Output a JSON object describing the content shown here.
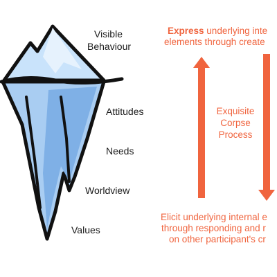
{
  "iceberg": {
    "levels": [
      {
        "id": "behaviour",
        "lines": [
          "Visible",
          "Behaviour"
        ]
      },
      {
        "id": "attitudes",
        "lines": [
          "Attitudes"
        ]
      },
      {
        "id": "needs",
        "lines": [
          "Needs"
        ]
      },
      {
        "id": "worldview",
        "lines": [
          "Worldview"
        ]
      },
      {
        "id": "values",
        "lines": [
          "Values"
        ]
      }
    ]
  },
  "process": {
    "top_keyword": "Express",
    "top_rest": " underlying inte",
    "top_line2": "elements through create",
    "center_lines": [
      "Exquisite",
      "Corpse",
      "Process"
    ],
    "bottom_line1": "Elicit underlying internal e",
    "bottom_line2": "through responding and r",
    "bottom_line3": "on other participant's cr"
  },
  "colors": {
    "accent": "#f0643e",
    "ice_light": "#c9e3fb",
    "ice_mid": "#a9cdf2",
    "ice_dark": "#7fb0e6",
    "water": "#1a1a1a",
    "text": "#1a1a1a"
  }
}
